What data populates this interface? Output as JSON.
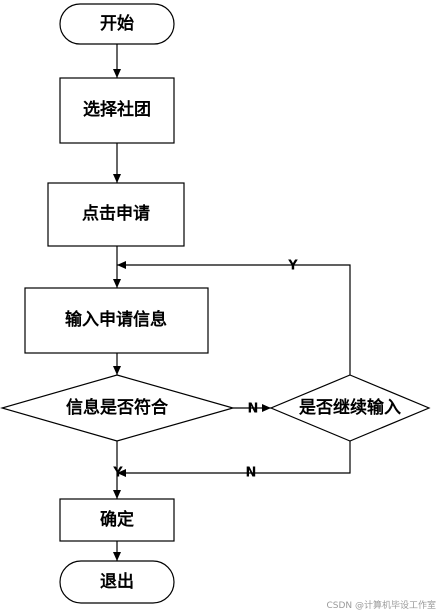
{
  "nodes": {
    "start": "开始",
    "select_club": "选择社团",
    "click_apply": "点击申请",
    "input_info": "输入申请信息",
    "info_valid": "信息是否符合",
    "continue_input": "是否继续输入",
    "confirm": "确定",
    "exit": "退出"
  },
  "edge_labels": {
    "loop_yes": "Y",
    "valid_no": "N",
    "continue_no": "N",
    "valid_yes": "Y"
  },
  "watermark": "CSDN @计算机毕设工作室"
}
